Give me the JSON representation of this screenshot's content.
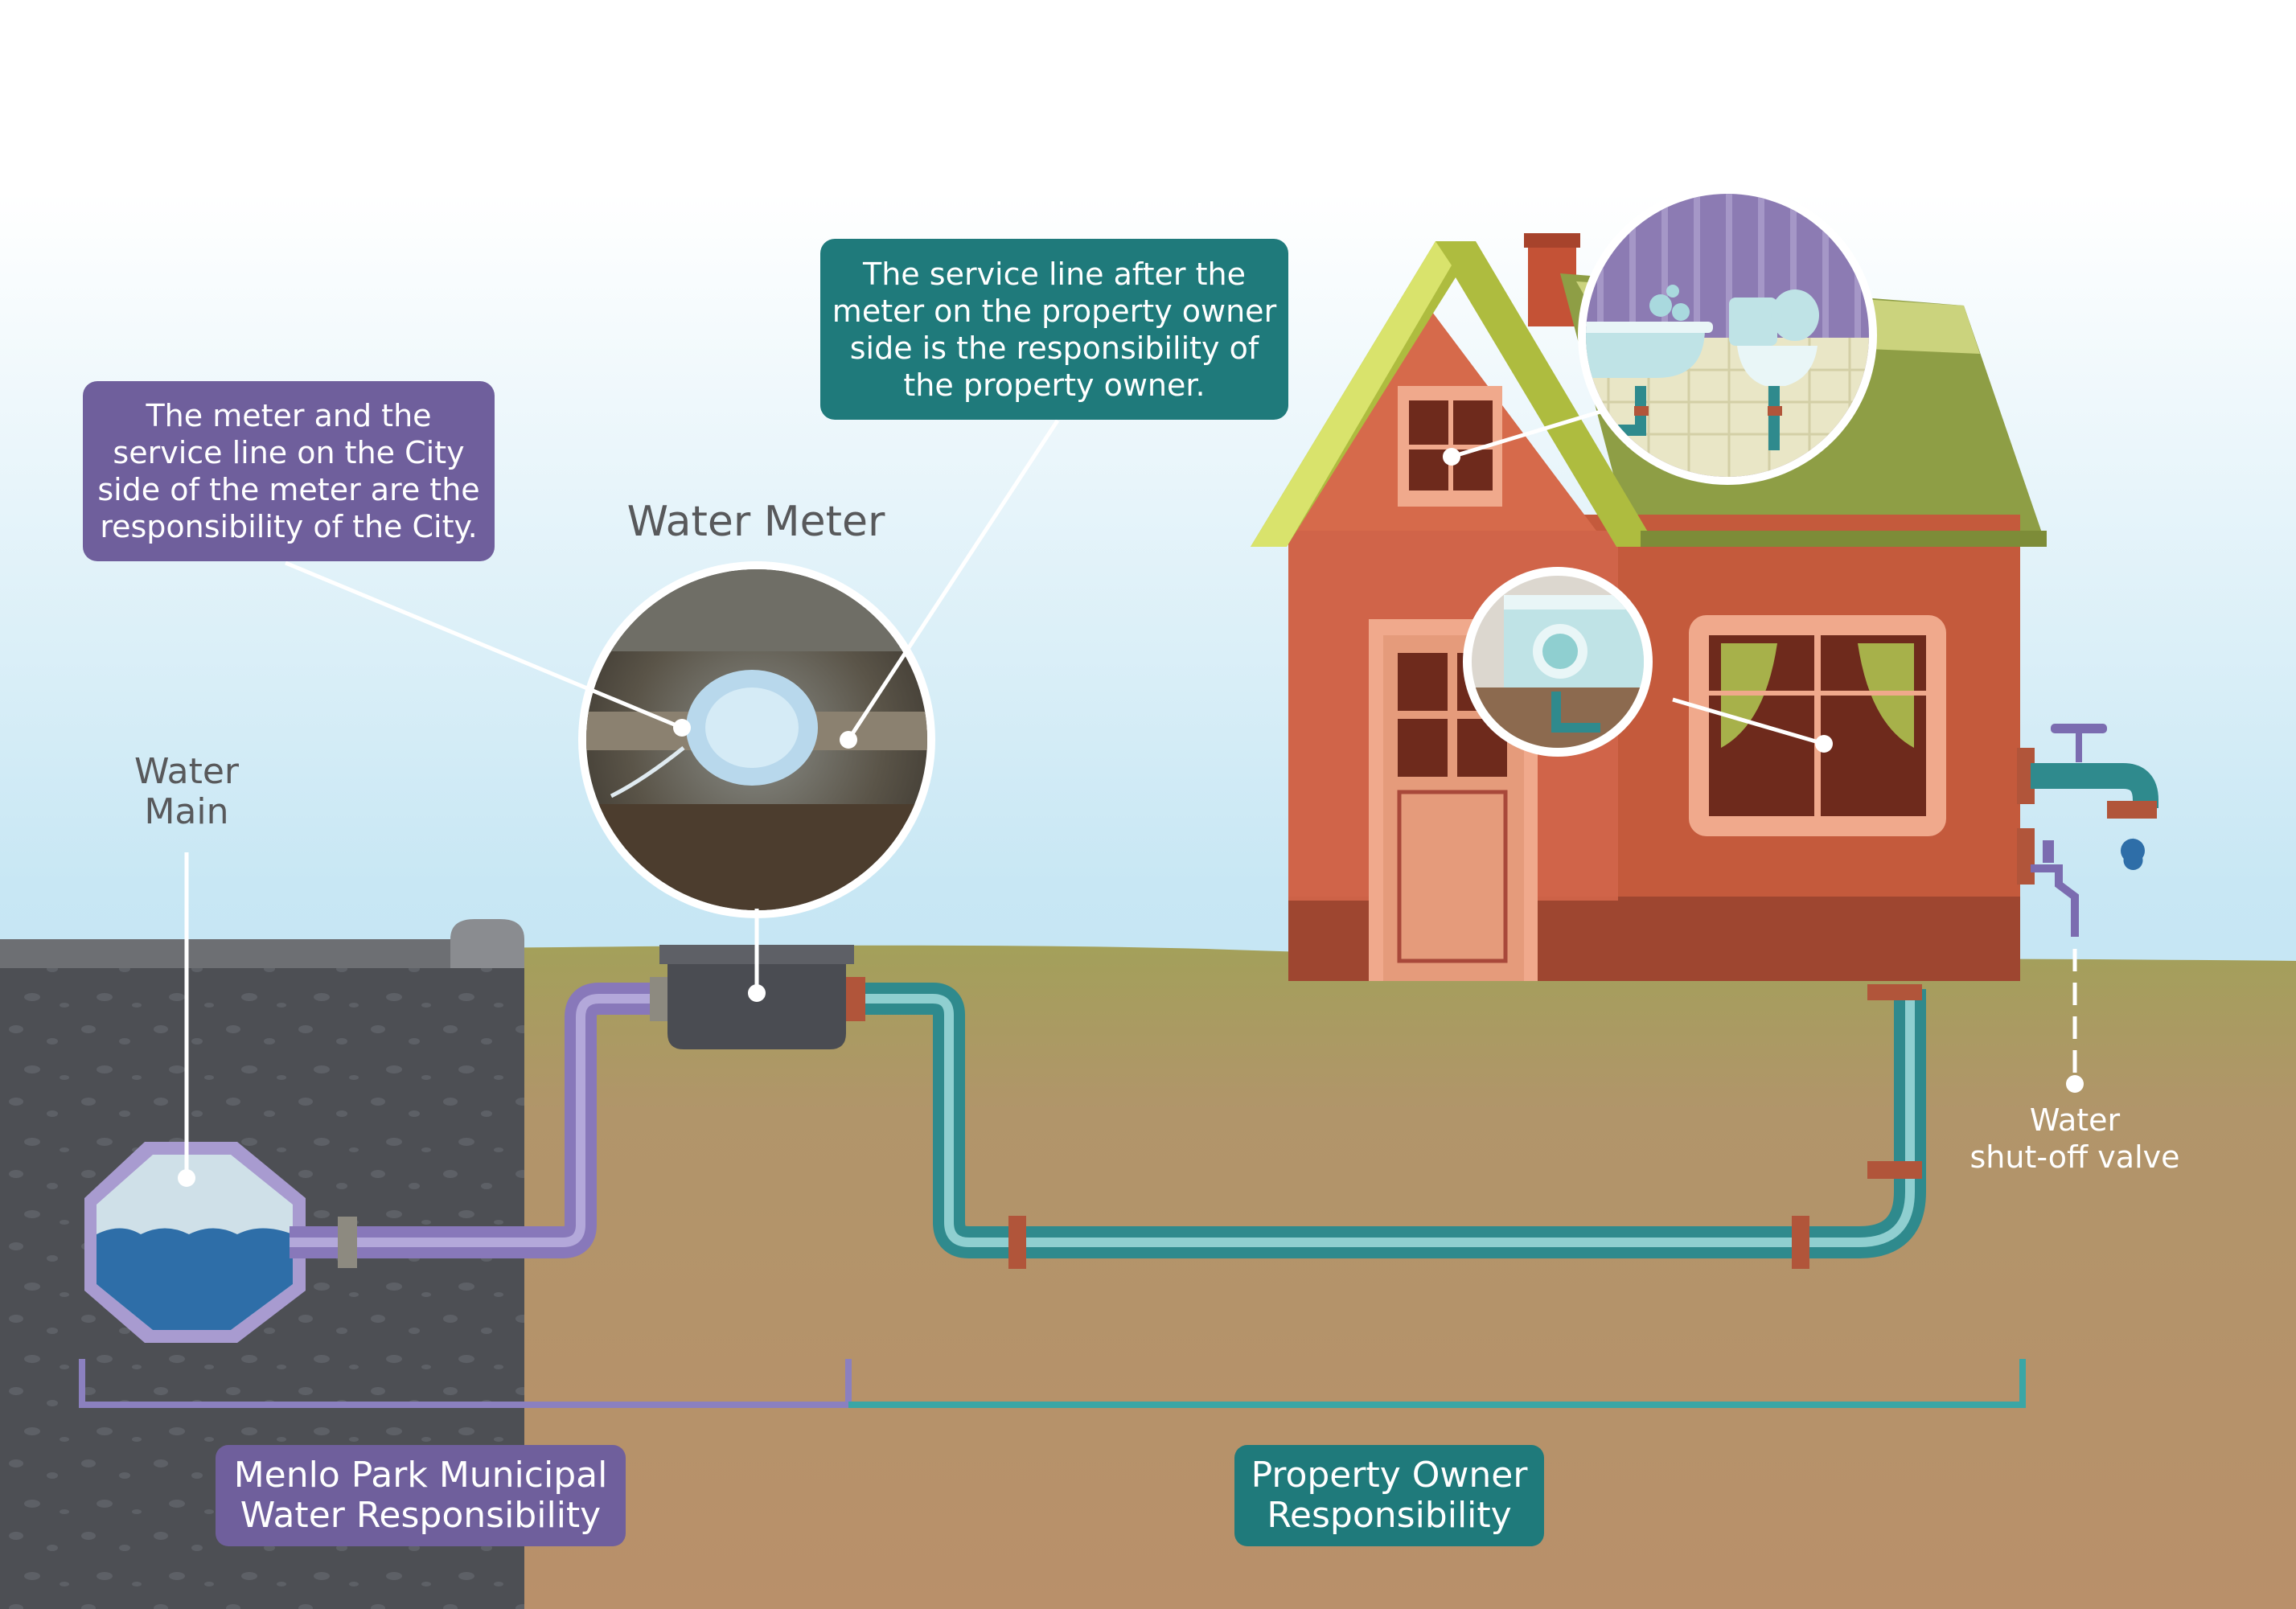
{
  "labels": {
    "water_meter": "Water Meter",
    "water_main": [
      "Water",
      "Main"
    ],
    "shutoff_valve": [
      "Water",
      "shut-off valve"
    ]
  },
  "callouts": {
    "city": [
      "The meter and the",
      "service line on the City",
      "side of the meter are the",
      "responsibility of the City."
    ],
    "owner": [
      "The service line after the",
      "meter on the property owner",
      "side is the responsibility of",
      "the property owner."
    ]
  },
  "responsibility": {
    "municipal": [
      "Menlo Park Municipal",
      "Water Responsibility"
    ],
    "owner": [
      "Property Owner",
      "Responsibility"
    ]
  },
  "colors": {
    "city_purple": "#6f5f9c",
    "owner_teal": "#1f7a7b",
    "sky": "#bde3f3",
    "grass": "#9fa35a",
    "soil": "#b89066",
    "asphalt": "#4d4f54",
    "brick": "#c5583a",
    "roof": "#8e9e45",
    "water_blue": "#2e6ea8"
  }
}
